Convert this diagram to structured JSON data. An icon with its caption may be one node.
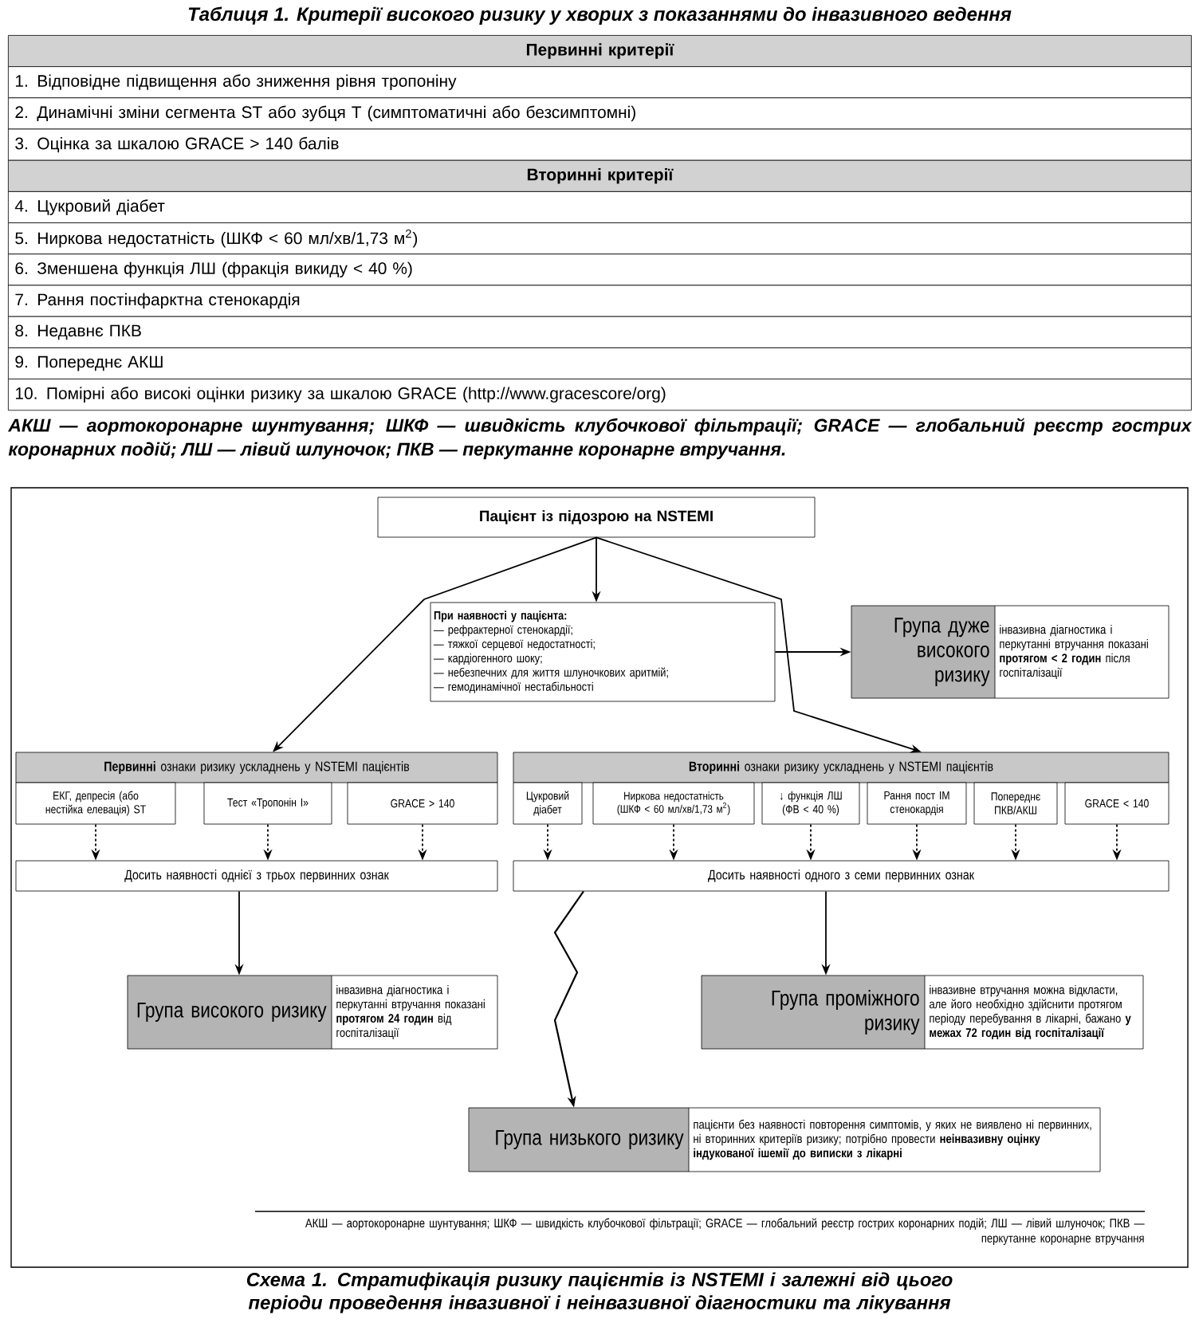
{
  "diagram": {
    "title": "Таблиця 1. Критерії високого ризику у хворих з показаннями до інвазивного ведення",
    "caption": "Схема 1. Стратифікація ризику пацієнтів із NSTEMI і залежні від цього періоди проведення інвазивної і неінвазивної діагностики та лікування",
    "nodes": [
      {
        "text": [
          "Пацієнт із підозрою на NSTEMI"
        ]
      },
      {
        "text": [
          "При наявності у пацієнта:",
          "— рефрактерної стенокардії;",
          "— тяжкої серцевої недостатності;",
          "— кардіогенного шоку;",
          "— небезпечних для життя шлуночкових аритмій;",
          "— гемодинамічної нестабільності"
        ]
      },
      {
        "text": [
          "Група дуже високого ризику",
          "інвазивна діагностика і перкутанні втручання показані **протягом < 2 годин** після госпіталізації"
        ]
      },
      {
        "text": [
          "**Первинні** ознаки ризику ускладнень у NSTEMI пацієнтів"
        ]
      },
      {
        "text": [
          "ЕКГ, депресія (або нестійка елевація) ST"
        ]
      },
      {
        "text": [
          "Тест «Тропонін І»"
        ]
      },
      {
        "text": [
          "GRACE > 140"
        ]
      },
      {
        "text": [
          "**Вторинні** ознаки ризику ускладнень у NSTEMI пацієнтів"
        ]
      },
      {
        "text": [
          "Цукровий діабет"
        ]
      },
      {
        "text": [
          "Ниркова недостатність (ШКФ < 60 мл/хв/1,73 м$^{2}$)"
        ]
      },
      {
        "text": [
          "↓ функція ЛШ (ФВ < 40 %)"
        ]
      },
      {
        "text": [
          "Рання пост ІМ стенокардія"
        ]
      },
      {
        "text": [
          "Попереднє ПКВ/АКШ"
        ]
      },
      {
        "text": [
          "GRACE < 140"
        ]
      },
      {
        "text": [
          "Досить наявності однієї з трьох первинних ознак"
        ]
      },
      {
        "text": [
          "Досить наявності одного з семи первинних ознак"
        ]
      },
      {
        "text": [
          "Група високого ризику",
          "інвазивна діагностика і перкутанні втручання показані **протягом 24 годин** від госпіталізації"
        ]
      },
      {
        "text": [
          "Група проміжного ризику",
          "інвазивне втручання можна відкласти, але його необхідно здійснити протягом періоду перебування в лікарні, бажано **у межах 72 годин від госпіталізації**"
        ]
      },
      {
        "text": [
          "Група низького ризику",
          "пацієнти без наявності повторення симптомів, у яких не виявлено ні первинних, ні вторинних критеріїв ризику; потрібно провести **неінвазивну оцінку індукованої ішемії до виписки з лікарні**"
        ]
      }
    ],
    "edges": [
      {
        "from": 0,
        "to": 1,
        "arrow": "to"
      },
      {
        "from": 0,
        "to": 3,
        "arrow": "to"
      },
      {
        "from": 0,
        "to": 7,
        "arrow": "to"
      },
      {
        "from": 1,
        "to": 2,
        "arrow": "to"
      },
      {
        "from": 4,
        "to": 14,
        "arrow": "to",
        "style": "dashed"
      },
      {
        "from": 5,
        "to": 14,
        "arrow": "to",
        "style": "dashed"
      },
      {
        "from": 6,
        "to": 14,
        "arrow": "to",
        "style": "dashed"
      },
      {
        "from": 8,
        "to": 15,
        "arrow": "to",
        "style": "dashed"
      },
      {
        "from": 9,
        "to": 15,
        "arrow": "to",
        "style": "dashed"
      },
      {
        "from": 10,
        "to": 15,
        "arrow": "to",
        "style": "dashed"
      },
      {
        "from": 11,
        "to": 15,
        "arrow": "to",
        "style": "dashed"
      },
      {
        "from": 12,
        "to": 15,
        "arrow": "to",
        "style": "dashed"
      },
      {
        "from": 13,
        "to": 15,
        "arrow": "to",
        "style": "dashed"
      },
      {
        "from": 14,
        "to": 16,
        "arrow": "to"
      },
      {
        "from": 15,
        "to": 17,
        "arrow": "to"
      },
      {
        "from": 15,
        "to": 18,
        "arrow": "to"
      }
    ],
    "labels": [
      "Первинні критерії",
      "1. Відповідне підвищення або зниження рівня тропоніну",
      "2. Динамічні зміни сегмента ST або зубця T (симптоматичні або безсимптомні)",
      "3. Оцінка за шкалою GRACE > 140 балів",
      "Вторинні критерії",
      "4. Цукровий діабет",
      "5. Ниркова недостатність (ШКФ < 60 мл/хв/1,73 м$^{2}$)",
      "6. Зменшена функція ЛШ (фракція викиду < 40 %)",
      "7. Рання постінфарктна стенокардія",
      "8. Недавнє ПКВ",
      "9. Попереднє АКШ",
      "10. Помірні або високі оцінки ризику за шкалою GRACE (http://www.gracescore/org)",
      "АКШ — аортокоронарне шунтування; ШКФ — швидкість клубочкової фільтрації; GRACE — глобальний реєстр гострих коронарних подій; ЛШ — лівий шлуночок; ПКВ — перкутанне коронарне втручання.",
      "АКШ — аортокоронарне шунтування; ШКФ — швидкість клубочкової фільтрації; GRACE — глобальний реєстр гострих коронарних подій; ЛШ — лівий шлуночок; ПКВ — перкутанне коронарне втручання"
    ]
  }
}
